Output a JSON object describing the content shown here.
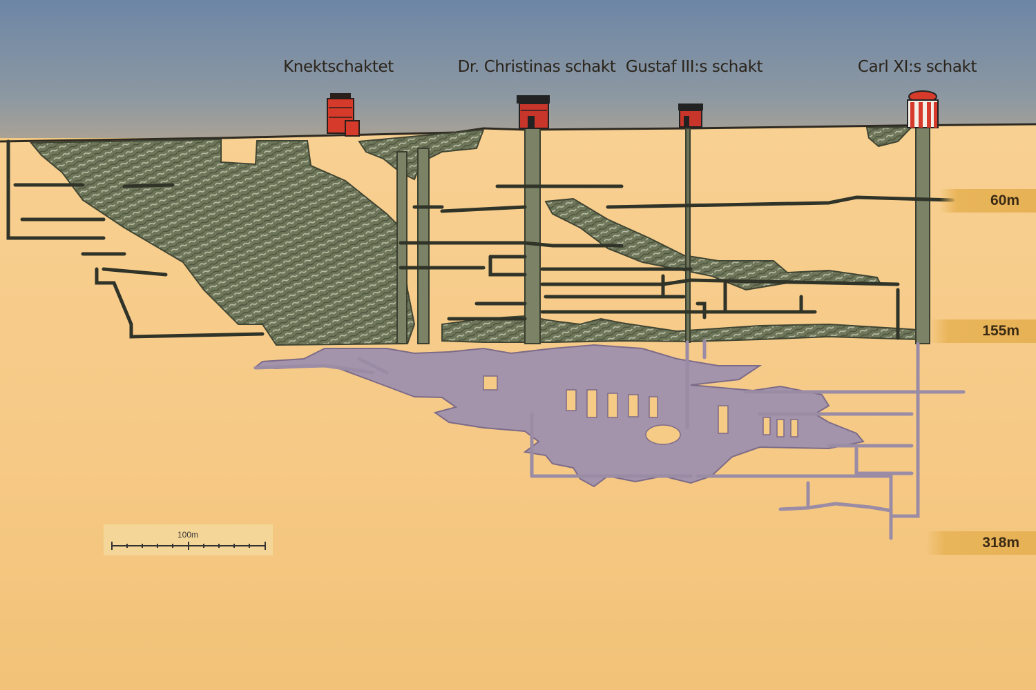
{
  "shafts": [
    {
      "name": "Knektschaktet",
      "building_color": "#d63a2a"
    },
    {
      "name": "Dr. Christinas schakt",
      "building_color": "#c8352a"
    },
    {
      "name": "Gustaf III:s schakt",
      "building_color": "#c8352a"
    },
    {
      "name": "Carl XI:s schakt",
      "building_color": "#d63a2a"
    }
  ],
  "depth_levels": [
    "60m",
    "155m",
    "318m"
  ],
  "scale_bar": {
    "label": "100m"
  },
  "colors": {
    "sky": "#6f86a3",
    "ground": "#f5ca80",
    "upper_workings": "#6b7358",
    "lower_workings": "#a494ad",
    "depth_tag": "#e9b55a"
  }
}
